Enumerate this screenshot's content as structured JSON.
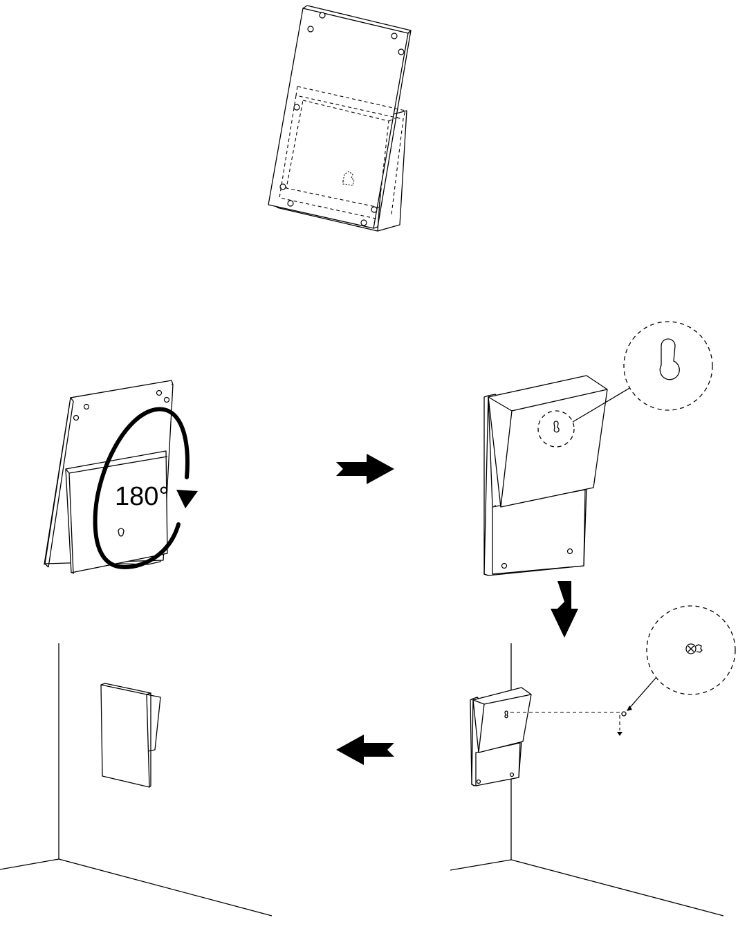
{
  "rotation_label": "180°",
  "step_arrows": [
    {
      "id": "step-arrow-right",
      "direction": "right"
    },
    {
      "id": "step-arrow-down",
      "direction": "down"
    },
    {
      "id": "step-arrow-left",
      "direction": "left"
    }
  ],
  "colors": {
    "line": "#000000",
    "background": "#ffffff"
  }
}
